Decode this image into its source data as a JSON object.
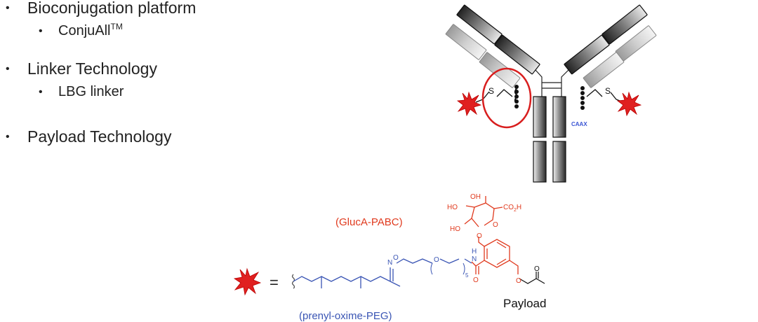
{
  "slide": {
    "bullets": [
      {
        "label": "Bioconjugation platform",
        "sub": {
          "label": "ConjuAll",
          "sup": "TM"
        }
      },
      {
        "label": "Linker Technology",
        "sub": {
          "label": "LBG linker"
        }
      },
      {
        "label": "Payload Technology"
      }
    ]
  },
  "antibody_diagram": {
    "caax_label": "CAAX",
    "thioether_label": "S"
  },
  "structure": {
    "equals_sign": "=",
    "glucA_label": "(GlucA-PABC)",
    "peg_label": "(prenyl-oxime-PEG)",
    "payload_label": "Payload",
    "atoms": {
      "oh_top": "OH",
      "ho_left": "HO",
      "co2h": "CO",
      "co2h_sub": "2",
      "co2h_h": "H",
      "ho_lower": "HO",
      "ring_o": "O",
      "glyco_o": "O",
      "amide_h": "H",
      "amide_n": "N",
      "amide_o": "O",
      "oxime_n": "N",
      "oxime_o": "O",
      "peg_o": "O",
      "peg_n": "5",
      "ester_o": "O",
      "carbonyl_o": "O"
    },
    "colors": {
      "red": "#e03a1e",
      "blue": "#3a55b4",
      "black": "#111111"
    }
  }
}
